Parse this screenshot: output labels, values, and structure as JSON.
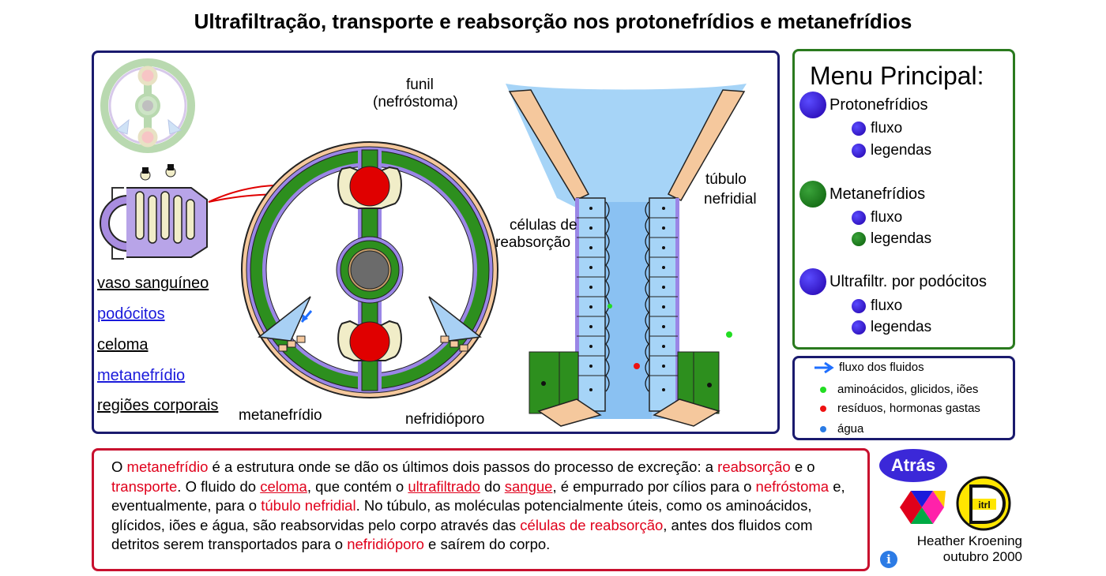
{
  "title": "Ultrafiltração, transporte e reabsorção nos protonefrídios e metanefrídios",
  "side_labels": [
    "vaso sanguíneo",
    "podócitos",
    "celoma",
    "metanefrídio",
    "regiões corporais"
  ],
  "diagram_labels": {
    "funil": "funil",
    "nefrostoma": "(nefróstoma)",
    "celulas": "células de",
    "reabsorcao": "reabsorção",
    "tubulo": "túbulo",
    "nefridial": "nefridial",
    "metanefridio": "metanefrídio",
    "nefridioporo": "nefridióporo"
  },
  "menu": {
    "title": "Menu Principal:",
    "sections": [
      {
        "label": "Protonefrídios",
        "color": "blue",
        "subs": [
          {
            "label": "fluxo",
            "color": "blue"
          },
          {
            "label": "legendas",
            "color": "blue"
          }
        ]
      },
      {
        "label": "Metanefrídios",
        "color": "green",
        "subs": [
          {
            "label": "fluxo",
            "color": "blue"
          },
          {
            "label": "legendas",
            "color": "green"
          }
        ]
      },
      {
        "label": "Ultrafiltr. por podócitos",
        "color": "blue",
        "subs": [
          {
            "label": "fluxo",
            "color": "blue"
          },
          {
            "label": "legendas",
            "color": "blue"
          }
        ]
      }
    ]
  },
  "legend": [
    {
      "label": "fluxo dos fluidos",
      "symbol": "arrow",
      "color": "#1f6fff"
    },
    {
      "label": "aminoácidos, glicidos, iões",
      "symbol": "dot",
      "color": "#22dd22"
    },
    {
      "label": "resíduos, hormonas gastas",
      "symbol": "dot",
      "color": "#ee1111"
    },
    {
      "label": "água",
      "symbol": "dot",
      "color": "#2a7be5"
    }
  ],
  "text": {
    "p1": "O ",
    "k1": "metanefrídio",
    "p2": " é a estrutura onde se dão os últimos dois passos do processo de excreção: a ",
    "k2": "reabsorção",
    "p3": " e o ",
    "k3": "transporte",
    "p4": ". O fluido do ",
    "k4": "celoma",
    "p5": ", que contém o ",
    "k5": "ultrafiltrado",
    "p6": " do ",
    "k6": "sangue",
    "p7": ", é empurrado por cílios para o ",
    "k7": "nefróstoma",
    "p8": " e, eventualmente, para o ",
    "k8": "túbulo nefridial",
    "p9": ". No túbulo, as moléculas potencialmente úteis, como os aminoácidos, glícidos, iões e água, são reabsorvidas pelo corpo através das ",
    "k9": "células de reabsorção",
    "p10": ", antes dos fluidos com detritos serem transportados para o ",
    "k10": "nefridióporo",
    "p11": " e saírem do corpo."
  },
  "back_button": "Atrás",
  "author_name": "Heather Kroening",
  "author_date": "outubro 2000",
  "info_icon": "i",
  "logo_text": "itrl",
  "colors": {
    "blue_button": "#3b28d8",
    "green_menu": "#2a7a1e",
    "red_keyword": "#e0001b",
    "navy_border": "#1a1a6e"
  }
}
